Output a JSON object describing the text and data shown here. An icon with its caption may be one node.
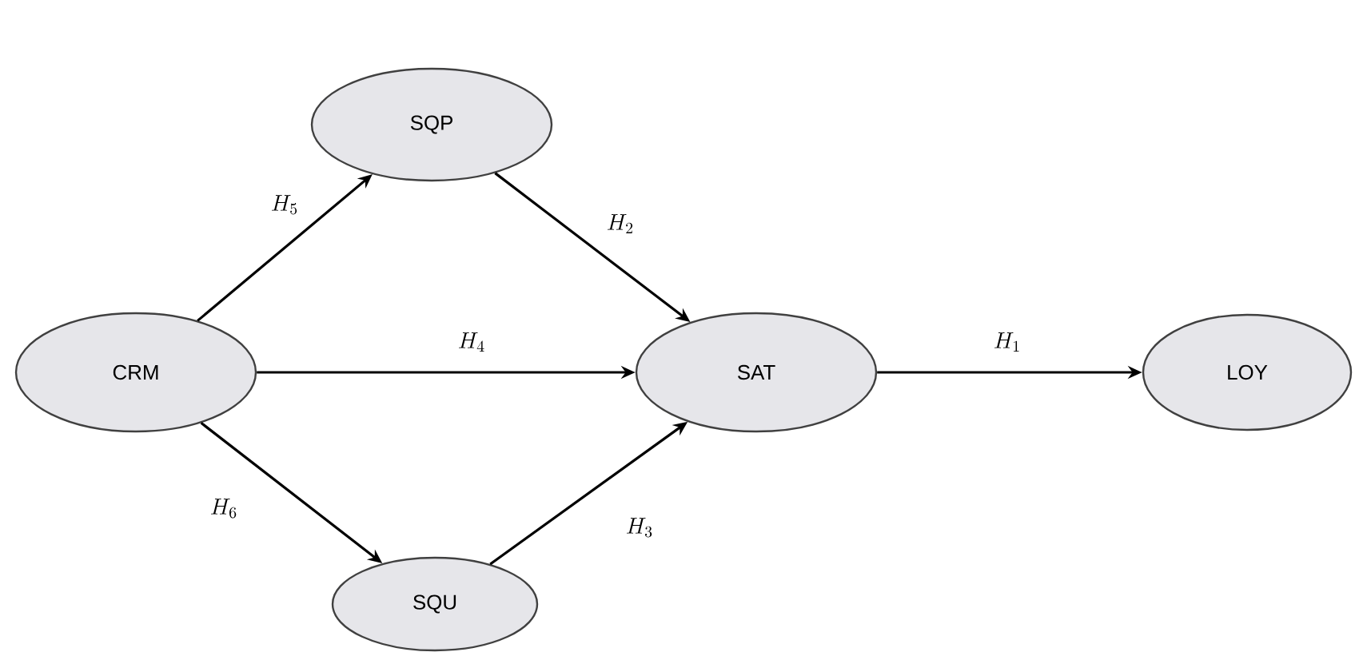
{
  "diagram": {
    "nodes": [
      {
        "text": [
          "CRM"
        ]
      },
      {
        "text": [
          "SQP"
        ]
      },
      {
        "text": [
          "SAT"
        ]
      },
      {
        "text": [
          "SQU"
        ]
      },
      {
        "text": [
          "LOY"
        ]
      }
    ],
    "edges": [
      {
        "from": 0,
        "to": 1,
        "arrow": "to",
        "label": "H_5"
      },
      {
        "from": 1,
        "to": 2,
        "arrow": "to",
        "label": "H_2"
      },
      {
        "from": 0,
        "to": 2,
        "arrow": "to",
        "label": "H_4"
      },
      {
        "from": 2,
        "to": 4,
        "arrow": "to",
        "label": "H_1"
      },
      {
        "from": 0,
        "to": 3,
        "arrow": "to",
        "label": "H_6"
      },
      {
        "from": 3,
        "to": 2,
        "arrow": "to",
        "label": "H_3"
      }
    ]
  }
}
